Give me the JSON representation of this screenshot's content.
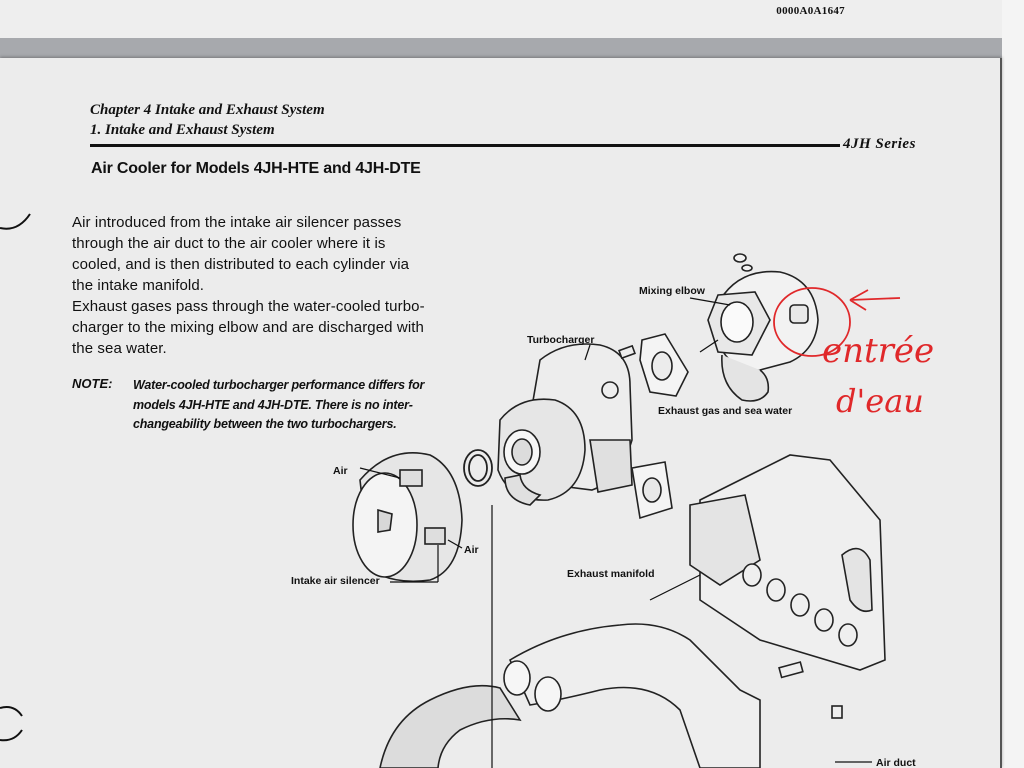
{
  "page_id": "0000A0A1647",
  "header": {
    "chapter": "Chapter 4 Intake and Exhaust System",
    "section": "1. Intake and Exhaust System",
    "series": "4JH Series"
  },
  "title": "Air Cooler for Models 4JH-HTE and 4JH-DTE",
  "body": {
    "paragraph1_lines": [
      "Air introduced from the intake air silencer passes",
      "through the air duct to the air cooler where it is",
      "cooled, and is then distributed to each cylinder via",
      "the intake manifold."
    ],
    "paragraph2_lines": [
      "Exhaust gases pass through the water-cooled turbo-",
      "charger to the mixing elbow and are discharged with",
      "the sea water."
    ]
  },
  "note": {
    "label": "NOTE:",
    "lines": [
      "Water-cooled turbocharger performance differs for",
      "models 4JH-HTE and 4JH-DTE. There is no inter-",
      "changeability between the two turbochargers."
    ]
  },
  "diagram_labels": {
    "mixing_elbow": "Mixing elbow",
    "turbocharger": "Turbocharger",
    "exhaust_gas": "Exhaust gas and sea water",
    "air_top": "Air",
    "air_side": "Air",
    "intake_silencer": "Intake air silencer",
    "exhaust_manifold": "Exhaust manifold",
    "air_duct": "Air duct"
  },
  "handwriting": {
    "line1": "entrée",
    "line2": "d'eau",
    "color": "#e0282a"
  }
}
